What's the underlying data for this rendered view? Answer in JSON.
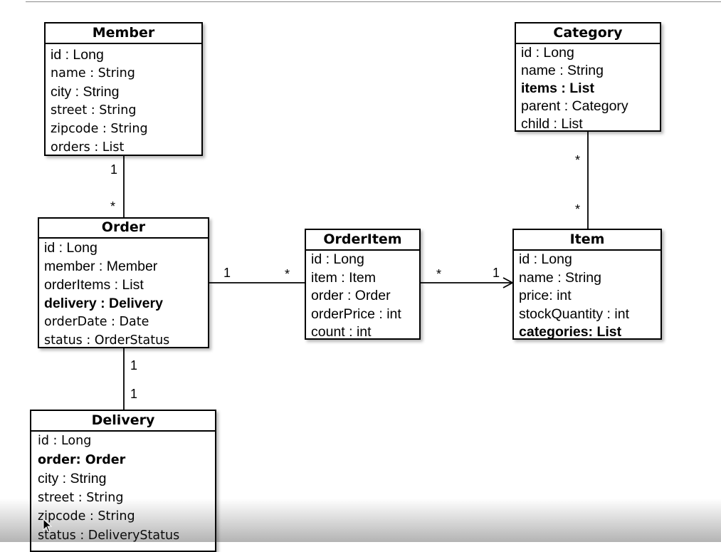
{
  "classes": {
    "member": {
      "name": "Member",
      "attrs": [
        "id : Long",
        "name : String",
        "city : String",
        "street : String",
        "zipcode : String",
        "orders : List"
      ]
    },
    "order": {
      "name": "Order",
      "attrs": [
        "id : Long",
        "member : Member",
        "orderItems : List",
        "delivery : Delivery",
        "orderDate : Date",
        "status : OrderStatus"
      ]
    },
    "delivery": {
      "name": "Delivery",
      "attrs": [
        "id : Long",
        "order: Order",
        "city : String",
        "street : String",
        "zipcode : String",
        "status : DeliveryStatus"
      ]
    },
    "orderitem": {
      "name": "OrderItem",
      "attrs": [
        "id : Long",
        "item : Item",
        "order : Order",
        "orderPrice : int",
        "count : int"
      ]
    },
    "item": {
      "name": "Item",
      "attrs": [
        "id : Long",
        "name : String",
        "price: int",
        "stockQuantity : int",
        "categories: List"
      ]
    },
    "category": {
      "name": "Category",
      "attrs": [
        "id : Long",
        "name : String",
        "items : List",
        "parent : Category",
        "child : List"
      ]
    }
  },
  "relations": {
    "member_order": {
      "member_end": "1",
      "order_end": "*"
    },
    "order_delivery": {
      "order_end": "1",
      "delivery_end": "1"
    },
    "order_orderitem": {
      "order_end": "1",
      "orderitem_end": "*"
    },
    "orderitem_item": {
      "orderitem_end": "*",
      "item_end": "1"
    },
    "category_item": {
      "category_end": "*",
      "item_end": "*"
    }
  }
}
